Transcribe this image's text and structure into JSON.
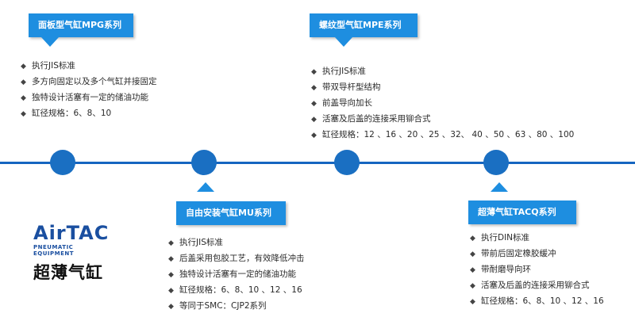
{
  "logo": {
    "brand": "AirTAC",
    "tagline": "PNEUMATIC EQUIPMENT",
    "title_cn": "超薄气缸"
  },
  "bullet_symbol": "◆",
  "series": [
    {
      "title": "面板型气缸MPG系列",
      "features": [
        "执行JIS标准",
        "多方向固定以及多个气缸并接固定",
        "独特设计活塞有一定的储油功能",
        "缸径规格：6、8、10"
      ]
    },
    {
      "title": "自由安装气缸MU系列",
      "features": [
        "执行JIS标准",
        "后盖采用包胶工艺，有效降低冲击",
        "独特设计活塞有一定的储油功能",
        "缸径规格：6、8、10 、12 、16",
        "等同于SMC：CJP2系列"
      ]
    },
    {
      "title": "螺纹型气缸MPE系列",
      "features": [
        "执行JIS标准",
        "带双导杆型结构",
        "前盖导向加长",
        "活塞及后盖的连接采用铆合式",
        "缸径规格：12 、16 、20 、25 、32、 40 、50 、63 、80 、100"
      ]
    },
    {
      "title": "超薄气缸TACQ系列",
      "features": [
        "执行DIN标准",
        "带前后固定橡胶缓冲",
        "带耐磨导向环",
        "活塞及后盖的连接采用铆合式",
        "缸径规格：6、8、10 、12 、16"
      ]
    }
  ]
}
